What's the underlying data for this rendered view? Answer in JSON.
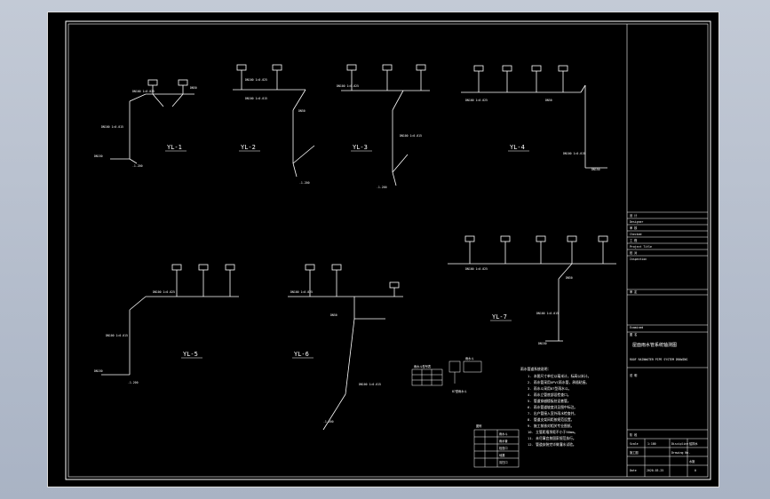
{
  "drawing": {
    "diagrams": [
      {
        "id": "yl1",
        "label": "YL-1"
      },
      {
        "id": "yl2",
        "label": "YL-2"
      },
      {
        "id": "yl3",
        "label": "YL-3"
      },
      {
        "id": "yl4",
        "label": "YL-4"
      },
      {
        "id": "yl5",
        "label": "YL-5"
      },
      {
        "id": "yl6",
        "label": "YL-6"
      },
      {
        "id": "yl7",
        "label": "YL-7"
      }
    ],
    "pipe_labels": {
      "riser_dn": "DN100 1=0.015",
      "branch": "DN100 1=0.025",
      "floor_drain": "DN50",
      "outlet": "DN150",
      "elev": "-1.200"
    },
    "title_block": {
      "cells": [
        "设 计",
        "Designer",
        "审 核",
        "Checked",
        "工 程",
        "Project Title",
        "校 对",
        "Inspection",
        "审 定",
        "Examined",
        "图 名"
      ],
      "drawing_title": "屋面雨水管系统轴测图",
      "drawing_title_sub": "ROOF RAINWATER PIPE SYSTEM DRAWING",
      "remark": "说 明",
      "scale_label": "Scale",
      "scale_value": "1:100",
      "discipline_label": "Discipline",
      "discipline_value": "给排水",
      "drawing_no_label": "Drawing No.",
      "drawing_no_value": "水施",
      "date_label": "Date",
      "date_value": "2020.03.25",
      "sheet_value": "0",
      "stage_label": "阶 段",
      "stage_value": "施工图"
    },
    "legend": {
      "header": "雨水斗型号表",
      "cap": "雨水斗",
      "sub": "87型雨水斗",
      "table_title": "图例",
      "rows": [
        "雨水斗",
        "雨水管",
        "检查口",
        "地漏",
        "清扫口"
      ]
    },
    "notes": {
      "heading": "雨水管道系统说明：",
      "lines": [
        "1. 本图尺寸单位以毫米计，标高以米计。",
        "2. 雨水管采用UPVC雨水管，承插粘接。",
        "3. 雨水斗采用87型雨水斗。",
        "4. 雨水立管底部设检查口。",
        "5. 管道穿越楼板处设套管。",
        "6. 雨水管道坡度详见图中标注。",
        "7. 出户管接入室外雨水检查井。",
        "8. 管道支架间距按规范设置。",
        "9. 施工前核对相关专业图纸。",
        "10. 立管距墙净距不小于50mm。",
        "11. 未尽事宜按国家规范执行。",
        "12. 管道安装完毕做灌水试验。"
      ]
    }
  }
}
